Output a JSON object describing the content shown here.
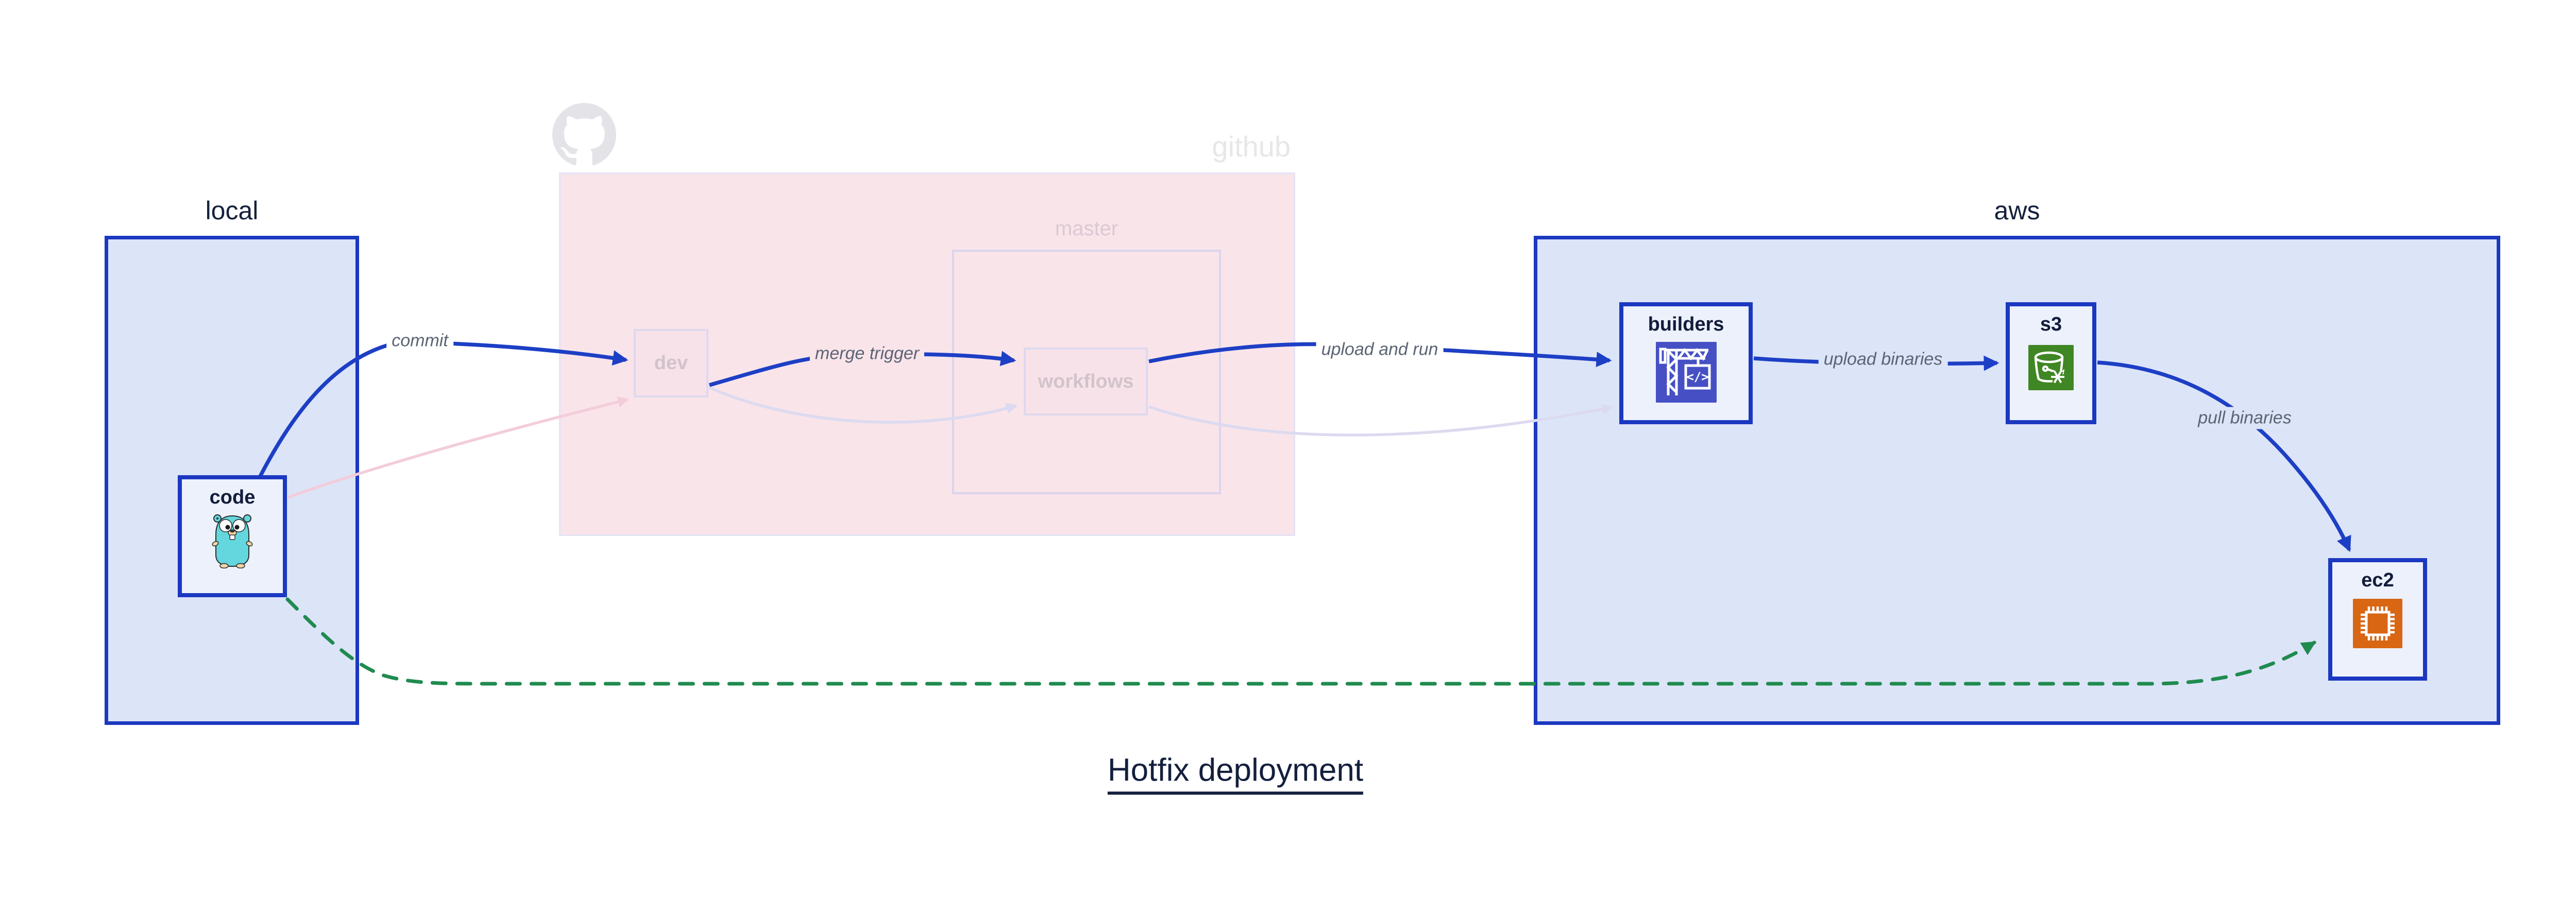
{
  "title": {
    "text": "Hotfix deployment"
  },
  "groups": {
    "local": {
      "label": "local"
    },
    "github": {
      "label": "github",
      "icon": "github-octocat-icon"
    },
    "master": {
      "label": "master"
    },
    "aws": {
      "label": "aws"
    }
  },
  "nodes": {
    "code": {
      "label": "code",
      "icon": "go-gopher-icon"
    },
    "dev": {
      "label": "dev",
      "state": "faded"
    },
    "workflows": {
      "label": "workflows",
      "state": "faded"
    },
    "builders": {
      "label": "builders",
      "icon": "codebuild-crane-icon",
      "icon_text": "</>",
      "icon_color": "#4650c4"
    },
    "s3": {
      "label": "s3",
      "icon": "s3-glacier-bucket-icon",
      "icon_color": "#3F8624"
    },
    "ec2": {
      "label": "ec2",
      "icon": "ec2-chip-icon",
      "icon_color": "#D86613"
    }
  },
  "edges": {
    "commit": {
      "label": "commit",
      "from": "code",
      "to": "dev",
      "style": "solid-blue"
    },
    "merge_trigger": {
      "label": "merge trigger",
      "from": "dev",
      "to": "workflows",
      "style": "solid-blue"
    },
    "upload_and_run": {
      "label": "upload and run",
      "from": "workflows",
      "to": "builders",
      "style": "solid-blue"
    },
    "upload_binaries": {
      "label": "upload binaries",
      "from": "builders",
      "to": "s3",
      "style": "solid-blue"
    },
    "pull_binaries": {
      "label": "pull binaries",
      "from": "s3",
      "to": "ec2",
      "style": "solid-blue"
    },
    "hotfix_dashed": {
      "from": "code",
      "to": "ec2",
      "style": "dashed-green"
    },
    "code_dev_faded": {
      "from": "code",
      "to": "dev",
      "style": "faded-pink"
    },
    "dev_workflows_faded": {
      "from": "dev",
      "to": "workflows",
      "style": "faded-lavender"
    },
    "workflows_builders_faded": {
      "from": "workflows",
      "to": "builders",
      "style": "faded-lavender"
    }
  },
  "colors": {
    "blue_border": "#1b38c0",
    "blue_edge": "#1d3fc5",
    "green_edge": "#1f8b4f",
    "faded_pink_edge": "#f3cdda",
    "faded_lavender_edge": "#dcdaf0",
    "group_fill": "#dce4f8",
    "node_fill": "#edf1fc",
    "github_fill": "#f9e4ea",
    "navy_text": "#121c3a",
    "edge_label_text": "#5c6474",
    "faded_text": "#d2c3cb",
    "github_gray": "#e4e4e8",
    "gopher_teal": "#63d7dd",
    "codebuild_indigo": "#4650c4",
    "s3_green": "#3F8624",
    "ec2_orange": "#D86613"
  }
}
